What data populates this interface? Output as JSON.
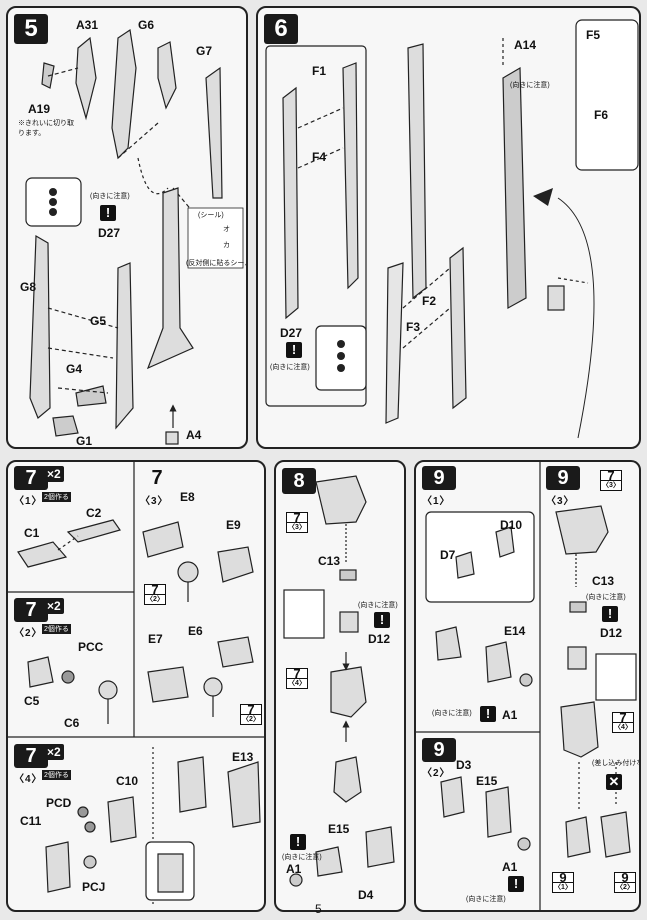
{
  "page_number": "5",
  "step5": {
    "number": "5",
    "labels": {
      "a31": "A31",
      "g6": "G6",
      "g7": "G7",
      "a19": "A19",
      "d27": "D27",
      "g8": "G8",
      "g5": "G5",
      "g4": "G4",
      "g1": "G1",
      "a4": "A4"
    },
    "note_cut": "※きれいに切り取ります。",
    "note_orient": "(向きに注意)",
    "seal_label": "(シール)",
    "seal_o": "オ",
    "seal_ka": "カ",
    "seal_note": "(反対側に貼るシール)"
  },
  "step6": {
    "number": "6",
    "labels": {
      "a14": "A14",
      "f5": "F5",
      "f1": "F1",
      "f6": "F6",
      "f4": "F4",
      "f2": "F2",
      "f3": "F3",
      "d27": "D27"
    },
    "note_orient1": "(向きに注意)",
    "note_orient2": "(向きに注意)"
  },
  "step7": {
    "number": "7",
    "sub1": "〈1〉",
    "sub2": "〈2〉",
    "sub3": "〈3〉",
    "sub4": "〈4〉",
    "x2": "×2",
    "make2": "2個作る",
    "labels": {
      "c2": "C2",
      "c1": "C1",
      "e8": "E8",
      "e9": "E9",
      "pcc": "PCC",
      "c5": "C5",
      "c6": "C6",
      "e7": "E7",
      "e6": "E6",
      "c10": "C10",
      "pcd": "PCD",
      "c11": "C11",
      "pcj": "PCJ",
      "e13": "E13"
    },
    "ref": [
      {
        "n": "7",
        "s": "〈2〉"
      },
      {
        "n": "7",
        "s": "〈2〉"
      }
    ]
  },
  "step8": {
    "number": "8",
    "ref3": {
      "n": "7",
      "s": "〈3〉"
    },
    "ref4": {
      "n": "7",
      "s": "〈4〉"
    },
    "labels": {
      "c13": "C13",
      "d12": "D12",
      "e15": "E15",
      "a1": "A1",
      "d4": "D4"
    },
    "note_orient1": "(向きに注意)",
    "note_orient2": "(向きに注意)"
  },
  "step9": {
    "number": "9",
    "sub1": "〈1〉",
    "sub2": "〈2〉",
    "sub3": "〈3〉",
    "labels": {
      "d10": "D10",
      "d7": "D7",
      "e14": "E14",
      "a1": "A1",
      "d3": "D3",
      "e15": "E15",
      "a1b": "A1",
      "c13": "C13",
      "d12": "D12"
    },
    "note_orient1": "(向きに注意)",
    "note_orient2": "(向きに注意)",
    "note_orient3": "(向きに注意)",
    "note_notattach": "(差し込み付けない)",
    "refs": [
      {
        "n": "7",
        "s": "〈3〉"
      },
      {
        "n": "7",
        "s": "〈4〉"
      },
      {
        "n": "9",
        "s": "〈1〉"
      },
      {
        "n": "9",
        "s": "〈2〉"
      }
    ]
  }
}
